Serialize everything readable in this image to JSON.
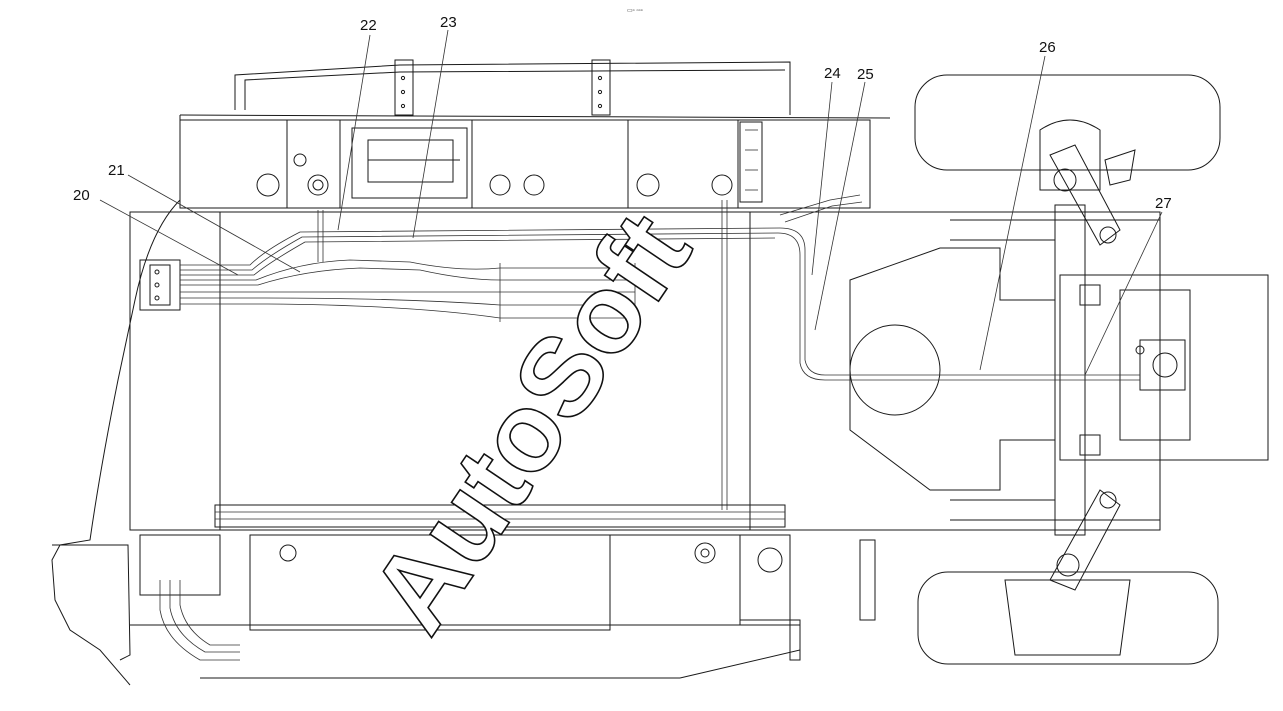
{
  "header": {
    "mark": "▭▫ ▫▫▫"
  },
  "callouts": [
    {
      "id": "20",
      "label": "20"
    },
    {
      "id": "21",
      "label": "21"
    },
    {
      "id": "22",
      "label": "22"
    },
    {
      "id": "23",
      "label": "23"
    },
    {
      "id": "24",
      "label": "24"
    },
    {
      "id": "25",
      "label": "25"
    },
    {
      "id": "26",
      "label": "26"
    },
    {
      "id": "27",
      "label": "27"
    }
  ],
  "watermark": {
    "text": "AutoSoft"
  }
}
